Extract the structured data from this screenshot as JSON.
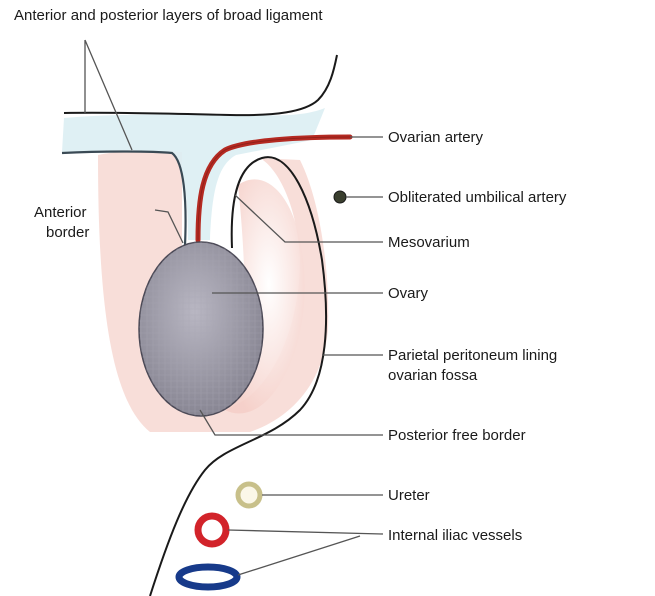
{
  "labels": {
    "broad_ligament": "Anterior and posterior layers of broad ligament",
    "ovarian_artery": "Ovarian artery",
    "obliterated_umbilical_artery": "Obliterated umbilical artery",
    "mesovarium": "Mesovarium",
    "ovary": "Ovary",
    "parietal_peritoneum_line1": "Parietal peritoneum lining",
    "parietal_peritoneum_line2": "ovarian fossa",
    "posterior_free_border": "Posterior free border",
    "ureter": "Ureter",
    "internal_iliac_vessels": "Internal iliac vessels",
    "anterior_border_line1": "Anterior",
    "anterior_border_line2": "border"
  },
  "colors": {
    "ligament_fill": "#dbeef3",
    "fossa_fill": "#f7d8d2",
    "artery": "#b52a22",
    "ovary_fill": "#9a98a6",
    "ureter_ring": "#c8c08a",
    "iliac_artery": "#d2232a",
    "iliac_vein": "#173a8a",
    "outline": "#1a1a1a"
  }
}
